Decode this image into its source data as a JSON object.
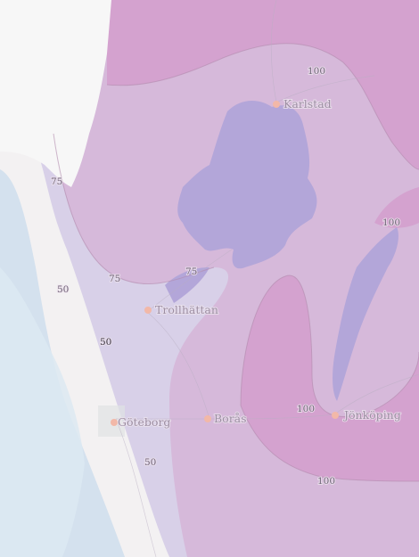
{
  "map": {
    "colors": {
      "land_base": "#f3f1f2",
      "lake": "#b3a6d9",
      "coast_band": "#d4e1ee",
      "zone_50_75": "#d8d0e8",
      "zone_75_100": "#d6b9da",
      "zone_100_plus": "#d4a2cf",
      "city_dot": "#f2b8a8",
      "city_text": "#9d8ea3"
    },
    "cities": [
      {
        "name": "Karlstad"
      },
      {
        "name": "Trollhättan"
      },
      {
        "name": "Göteborg"
      },
      {
        "name": "Borås"
      },
      {
        "name": "Jönköping"
      }
    ],
    "contour_labels": [
      {
        "value": "100"
      },
      {
        "value": "75"
      },
      {
        "value": "100"
      },
      {
        "value": "75"
      },
      {
        "value": "75"
      },
      {
        "value": "50"
      },
      {
        "value": "50"
      },
      {
        "value": "100"
      },
      {
        "value": "50"
      },
      {
        "value": "100"
      }
    ]
  }
}
